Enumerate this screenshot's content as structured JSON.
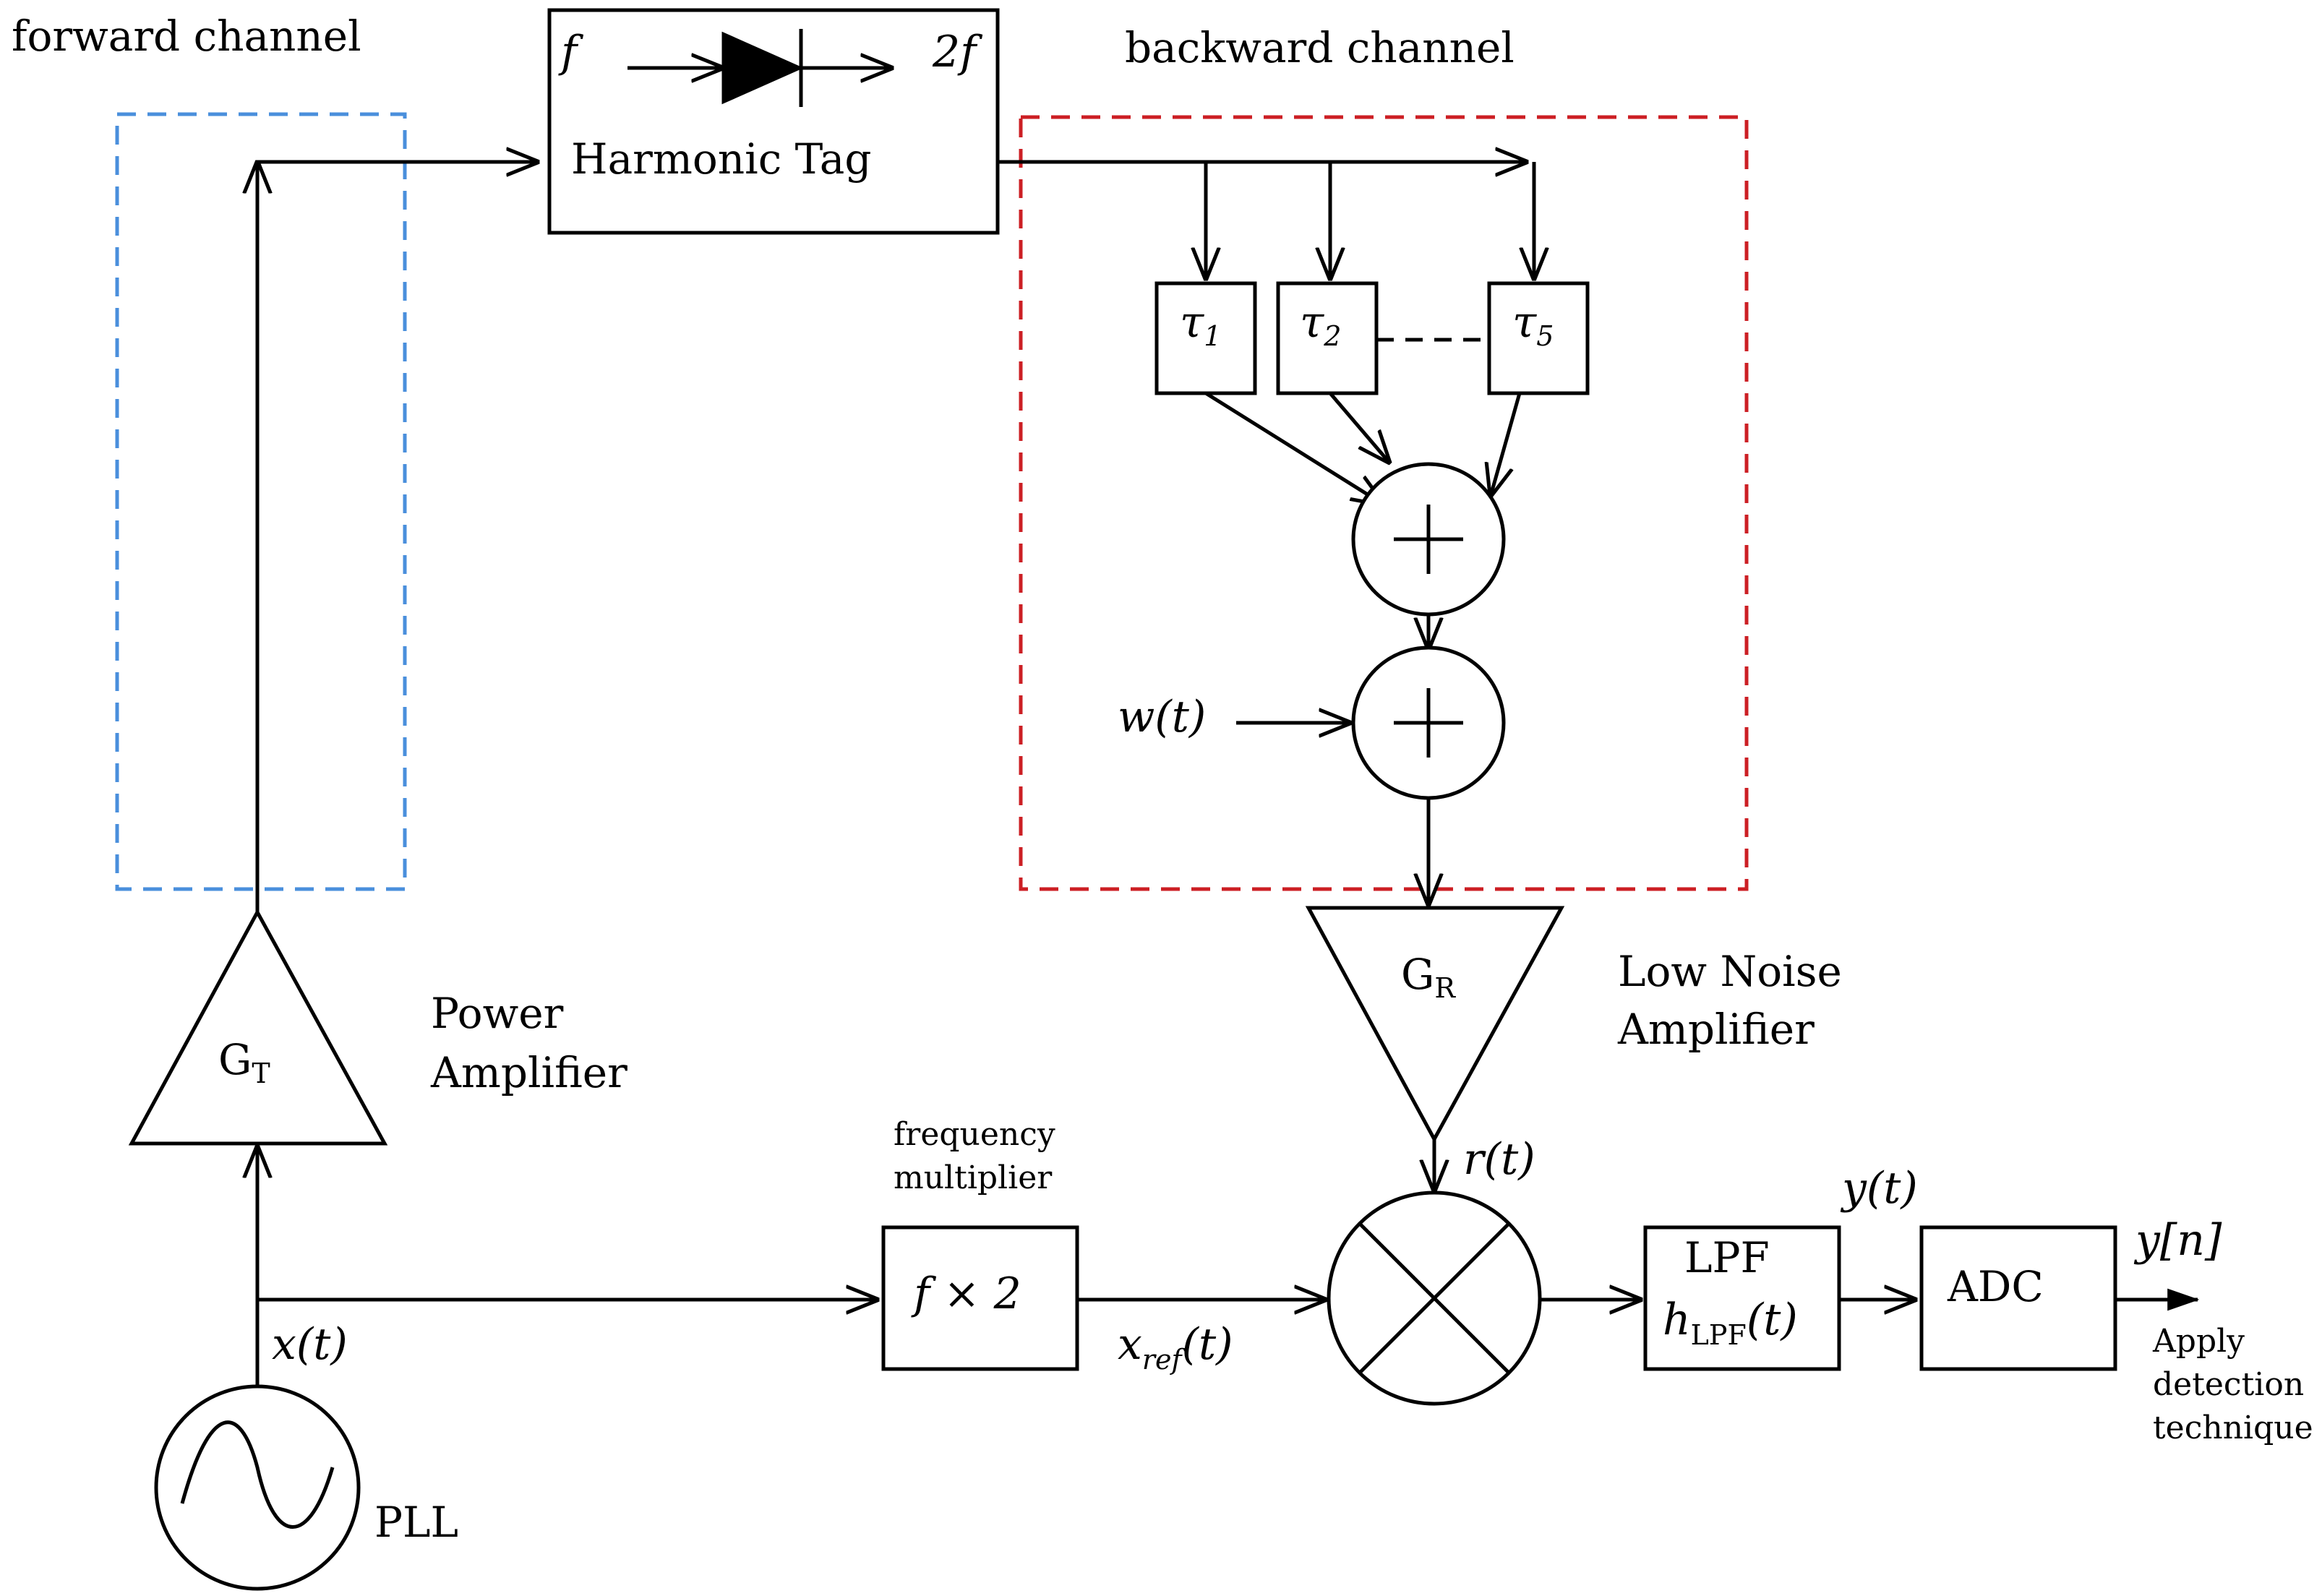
{
  "labels": {
    "forward_channel": "forward channel",
    "backward_channel": "backward channel",
    "harmonic_tag": "Harmonic Tag",
    "tag_input_freq": "f",
    "tag_output_freq": "2f",
    "tau1": "τ",
    "tau1_sub": "1",
    "tau2": "τ",
    "tau2_sub": "2",
    "tau5": "τ",
    "tau5_sub": "5",
    "noise": "w(t)",
    "lna_gain": "G",
    "lna_gain_sub": "R",
    "lna_name_line1": "Low Noise",
    "lna_name_line2": "Amplifier",
    "pa_gain": "G",
    "pa_gain_sub": "T",
    "pa_name_line1": "Power",
    "pa_name_line2": "Amplifier",
    "freq_mult_line1": "frequency",
    "freq_mult_line2": "multiplier",
    "freq_mult_box": "f × 2",
    "received": "r(t)",
    "tx_signal": "x(t)",
    "ref_signal": "x",
    "ref_signal_sub": "ref",
    "ref_signal_arg": "(t)",
    "lpf_line1": "LPF",
    "lpf_h": "h",
    "lpf_h_sub": "LPF",
    "lpf_h_arg": "(t)",
    "lpf_out": "y(t)",
    "adc": "ADC",
    "adc_out": "y[n]",
    "detect_line1": "Apply",
    "detect_line2": "detection",
    "detect_line3": "technique",
    "pll": "PLL"
  },
  "colors": {
    "forward_channel_border": "#4a8fdc",
    "backward_channel_border": "#cc1f24",
    "line": "#000000"
  }
}
